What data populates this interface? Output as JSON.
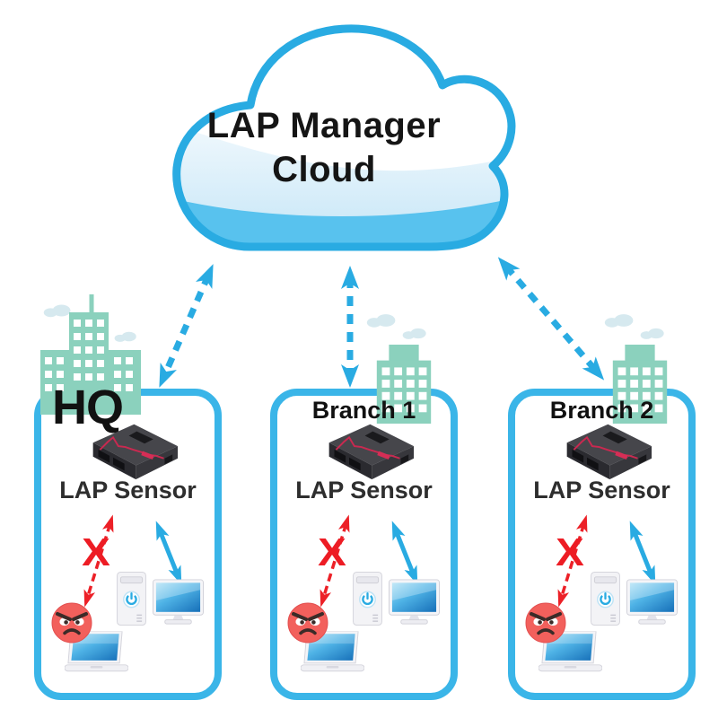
{
  "cloud": {
    "title_line1": "LAP Manager",
    "title_line2": "Cloud"
  },
  "sites": [
    {
      "name": "HQ",
      "sensor_label": "LAP Sensor",
      "blocked_marker": "X"
    },
    {
      "name": "Branch 1",
      "sensor_label": "LAP Sensor",
      "blocked_marker": "X"
    },
    {
      "name": "Branch 2",
      "sensor_label": "LAP Sensor",
      "blocked_marker": "X"
    }
  ],
  "links": [
    {
      "from": "LAP Manager Cloud",
      "to": "HQ",
      "style": "dashed",
      "bidirectional": true
    },
    {
      "from": "LAP Manager Cloud",
      "to": "Branch 1",
      "style": "dashed",
      "bidirectional": true
    },
    {
      "from": "LAP Manager Cloud",
      "to": "Branch 2",
      "style": "dashed",
      "bidirectional": true
    }
  ],
  "per_site_links": [
    {
      "from": "LAP Sensor",
      "to": "rogue laptop",
      "status": "blocked",
      "marker": "X",
      "color": "#ED1C24"
    },
    {
      "from": "LAP Sensor",
      "to": "desktop computer",
      "status": "allowed",
      "color": "#29ABE2"
    }
  ],
  "icons": {
    "cloud": "cloud-shape",
    "hq_building": "city-buildings-icon",
    "branch_building": "office-building-icon",
    "sensor_device": "lap-sensor-device-icon",
    "rogue_device": "angry-face-icon",
    "rogue_laptop": "laptop-icon",
    "desktop_tower": "desktop-tower-icon",
    "desktop_monitor": "monitor-icon",
    "cloud_link": "dashed-double-arrow-icon",
    "blocked_link": "red-blocked-arrow-icon",
    "allowed_link": "blue-allowed-arrow-icon"
  },
  "colors": {
    "accent_blue": "#29ABE2",
    "panel_border_blue": "#3AB5E8",
    "cloud_band_blue": "#58C2EE",
    "alert_red": "#ED1C24",
    "rogue_face_red": "#F2605C",
    "building_teal": "#8BD1BD",
    "screen_blue": "#1B75BC",
    "device_dark": "#46464B",
    "text_black": "#151515"
  }
}
